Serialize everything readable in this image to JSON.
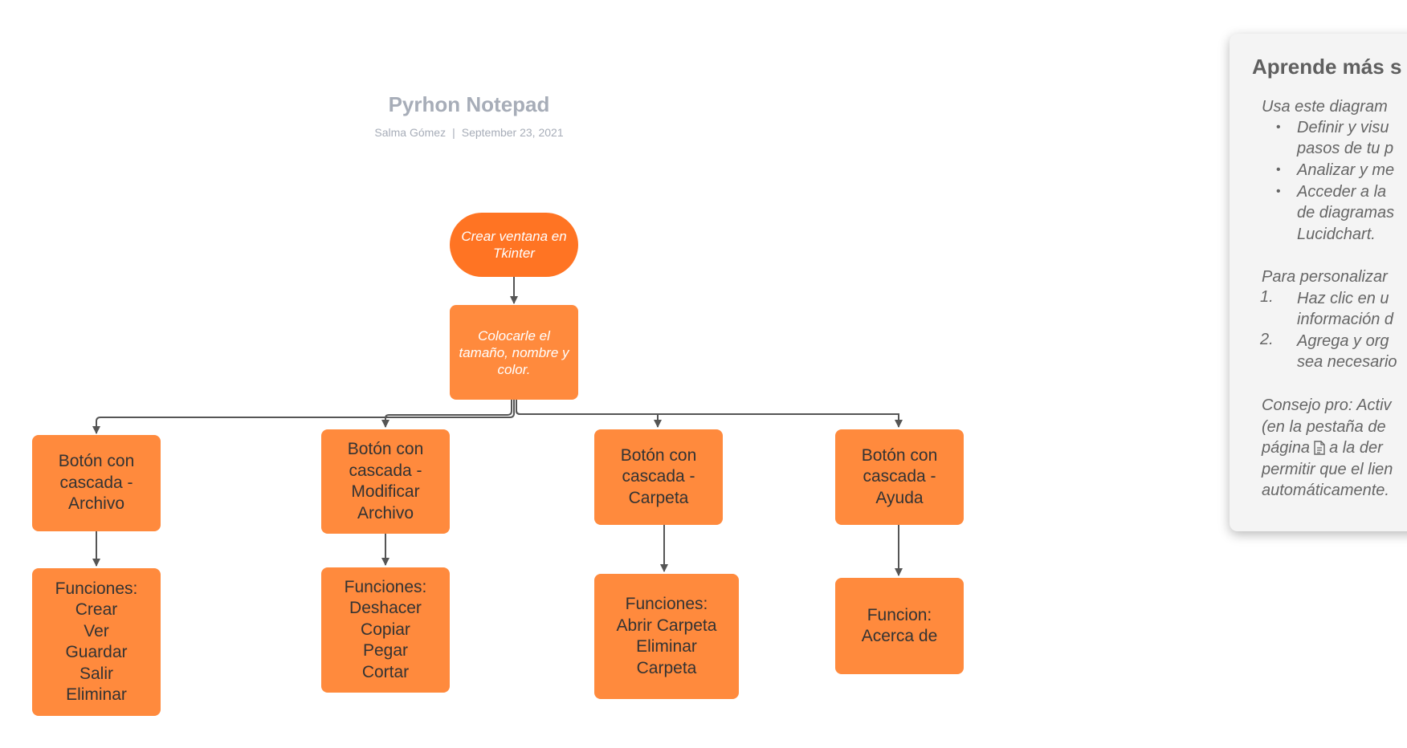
{
  "header": {
    "title": "Pyrhon Notepad",
    "author": "Salma Gómez",
    "separator": "|",
    "date": "September 23, 2021"
  },
  "colors": {
    "node_fill": "#ff8a3d",
    "start_fill": "#ff7423",
    "connector": "#555555",
    "title_gray": "#a7adb8"
  },
  "diagram": {
    "start": "Crear ventana en\nTkinter",
    "step": "Colocarle el\ntamaño, nombre y\ncolor.",
    "branches": [
      {
        "button": "Botón con\ncascada -\nArchivo",
        "functions": "Funciones:\nCrear\nVer\nGuardar\nSalir\nEliminar"
      },
      {
        "button": "Botón con\ncascada -\nModificar\nArchivo",
        "functions": "Funciones:\nDeshacer\nCopiar\nPegar\nCortar"
      },
      {
        "button": "Botón con\ncascada -\nCarpeta",
        "functions": "Funciones:\nAbrir Carpeta\nEliminar\nCarpeta"
      },
      {
        "button": "Botón con\ncascada -\nAyuda",
        "functions": "Funcion:\nAcerca de"
      }
    ]
  },
  "panel": {
    "title": "Aprende más s",
    "intro": "Usa este diagram",
    "bullets": [
      [
        "Definir y visu",
        "pasos de tu p"
      ],
      [
        "Analizar y me"
      ],
      [
        "Acceder a la",
        "de diagramas",
        "Lucidchart."
      ]
    ],
    "customize_intro": "Para personalizar",
    "steps": [
      {
        "num": "1.",
        "lines": [
          "Haz clic en u",
          "información d"
        ]
      },
      {
        "num": "2.",
        "lines": [
          "Agrega y org",
          "sea necesario"
        ]
      }
    ],
    "tip_lines": [
      "Consejo pro: Activ",
      "(en la pestaña de",
      "página",
      "a la der",
      "permitir que el lien",
      "automáticamente."
    ],
    "doc_icon": "document-icon"
  }
}
